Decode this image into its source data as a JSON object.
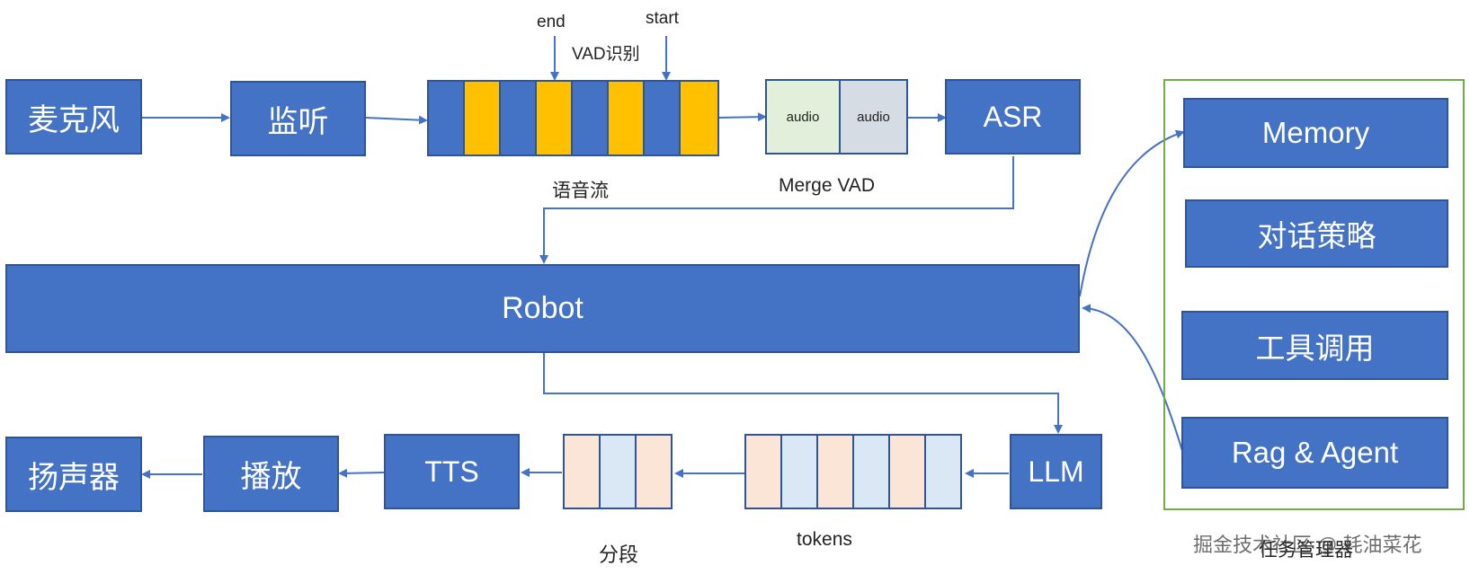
{
  "nodes": {
    "mic": "麦克风",
    "listen": "监听",
    "asr": "ASR",
    "robot": "Robot",
    "speaker": "扬声器",
    "play": "播放",
    "tts": "TTS",
    "llm": "LLM"
  },
  "task_manager": {
    "items": [
      "Memory",
      "对话策略",
      "工具调用",
      "Rag & Agent"
    ],
    "caption": "任务管理器"
  },
  "labels": {
    "end": "end",
    "start": "start",
    "vad": "VAD识别",
    "stream": "语音流",
    "merge": "Merge VAD",
    "audio1": "audio",
    "audio2": "audio",
    "segment": "分段",
    "tokens": "tokens",
    "watermark": "掘金技术社区 @ 耗油菜花"
  },
  "colors": {
    "box_fill": "#4472c4",
    "box_border": "#2f5597",
    "frame_green": "#70ad47",
    "vad_yellow": "#ffc000",
    "audio_green": "#e2efda",
    "audio_gray": "#d6dce4",
    "token_peach": "#fbe5d6",
    "token_blue": "#dae8f6"
  }
}
